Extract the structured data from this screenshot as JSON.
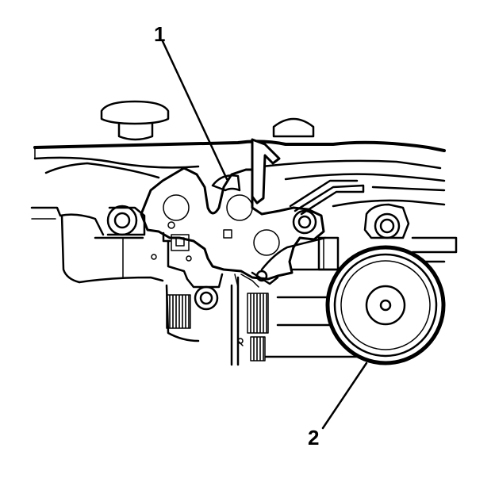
{
  "callouts": [
    {
      "id": "1",
      "label": "1"
    },
    {
      "id": "2",
      "label": "2"
    }
  ],
  "colors": {
    "ink": "#000000",
    "paper": "#ffffff"
  },
  "icons": [
    "hood-latch-illustration",
    "horn-icon"
  ]
}
